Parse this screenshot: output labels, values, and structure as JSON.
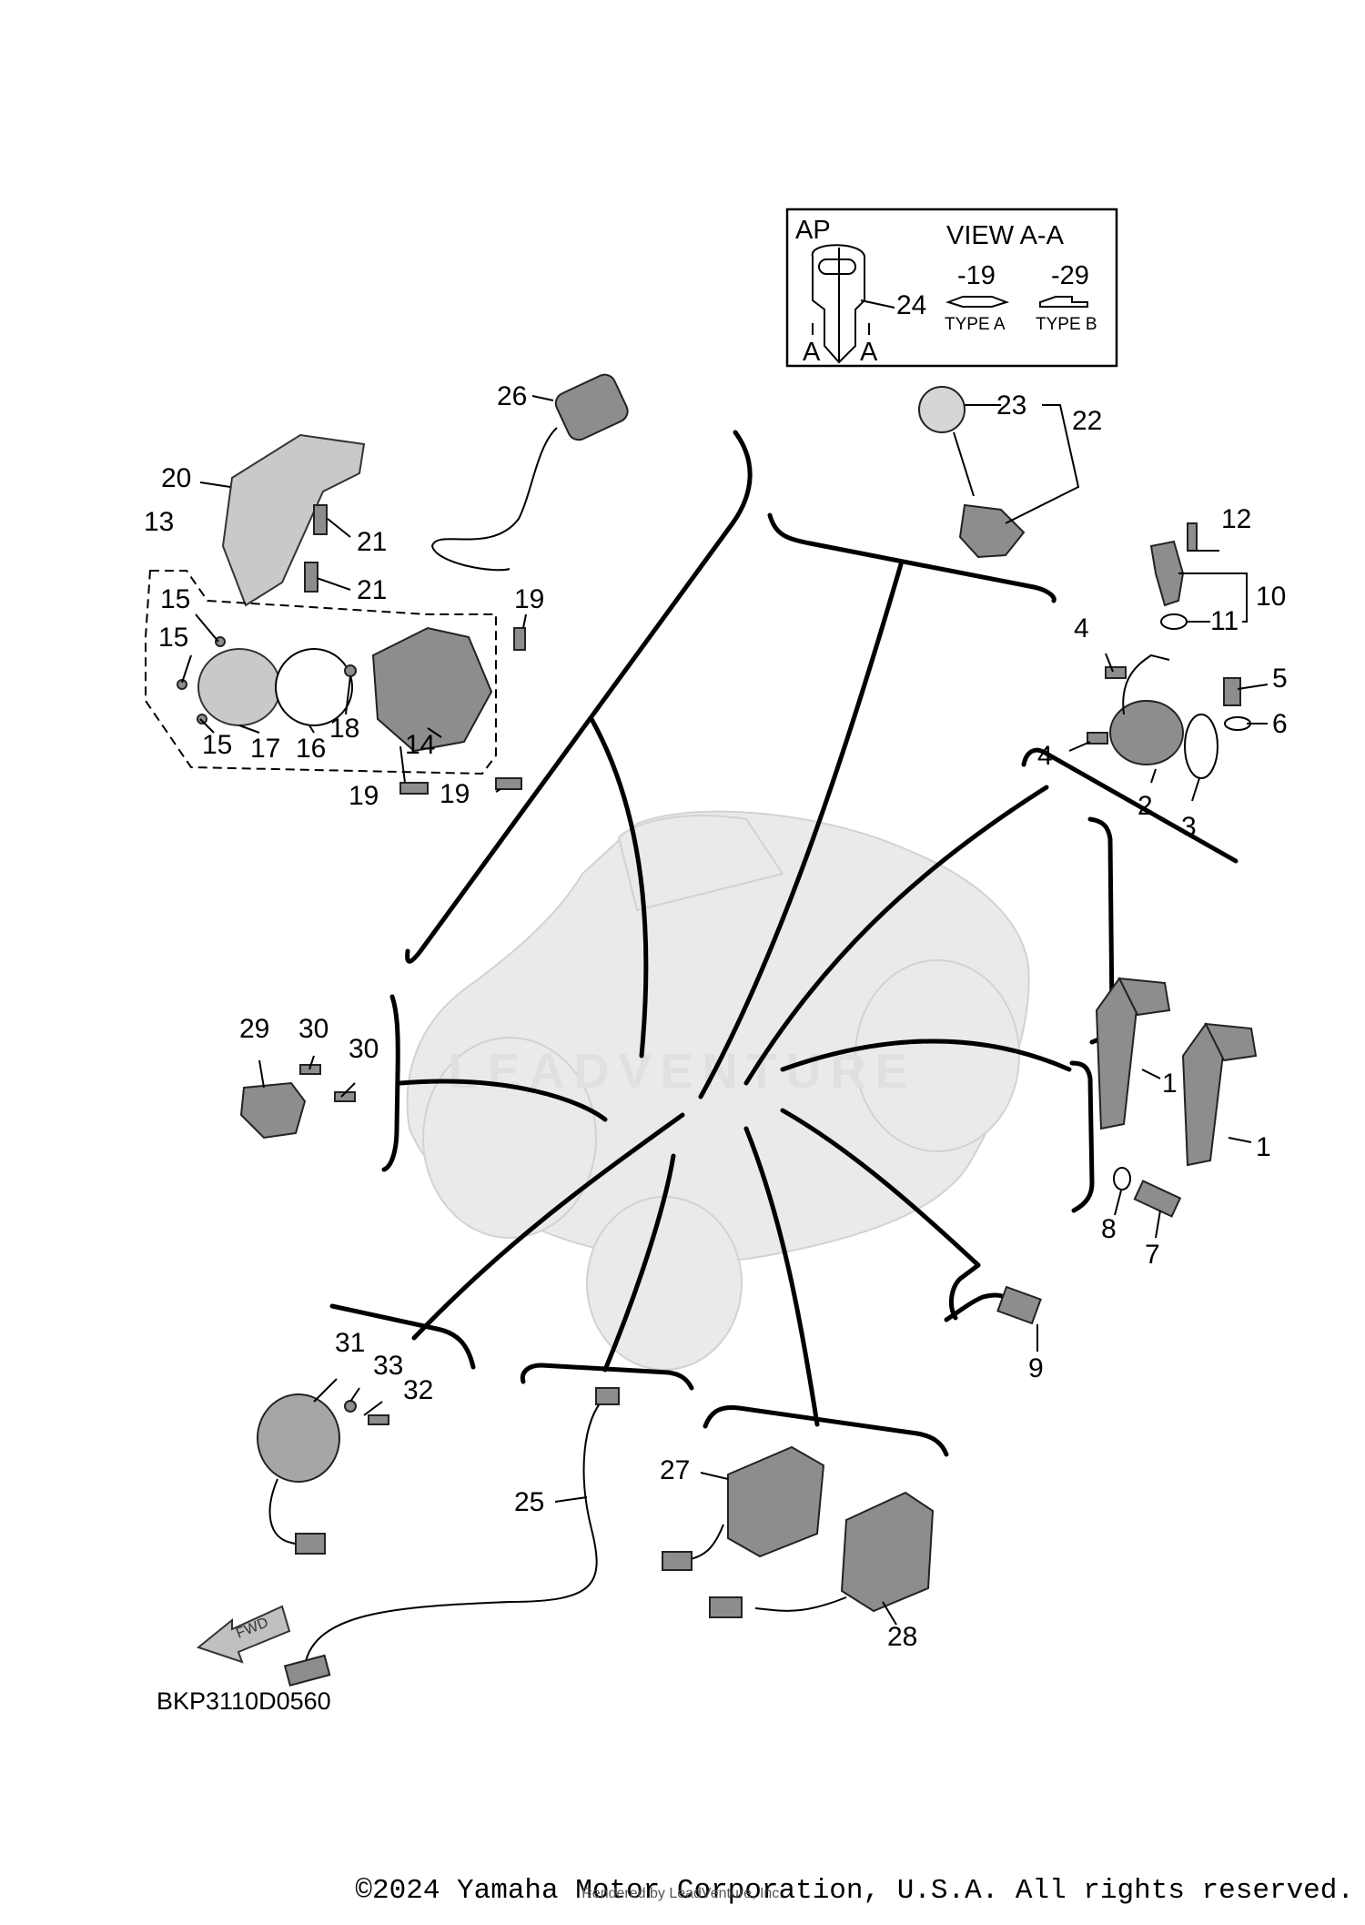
{
  "diagram": {
    "reference_code": "BKP3110D0560",
    "copyright": "©2024 Yamaha Motor Corporation, U.S.A. All rights reserved.",
    "rendered_by": "Rendered by LeadVenture, Inc.",
    "watermark": "LEADVENTURE",
    "fwd_arrow": "FWD",
    "inset": {
      "ap": "AP",
      "view": "VIEW A-A",
      "suffix_a": "-19",
      "suffix_b": "-29",
      "type_a": "TYPE A",
      "type_b": "TYPE B",
      "section_left": "A",
      "section_right": "A",
      "key_callout": "24"
    },
    "callouts": {
      "c1a": "1",
      "c1b": "1",
      "c2": "2",
      "c3": "3",
      "c4a": "4",
      "c4b": "4",
      "c5": "5",
      "c6": "6",
      "c7": "7",
      "c8": "8",
      "c9": "9",
      "c10": "10",
      "c11": "11",
      "c12": "12",
      "c13": "13",
      "c14": "14",
      "c15a": "15",
      "c15b": "15",
      "c15c": "15",
      "c16": "16",
      "c17": "17",
      "c18": "18",
      "c19a": "19",
      "c19b": "19",
      "c19c": "19",
      "c20": "20",
      "c21a": "21",
      "c21b": "21",
      "c22": "22",
      "c23": "23",
      "c25": "25",
      "c26": "26",
      "c27": "27",
      "c28": "28",
      "c29": "29",
      "c30a": "30",
      "c30b": "30",
      "c31": "31",
      "c32": "32",
      "c33": "33"
    }
  }
}
